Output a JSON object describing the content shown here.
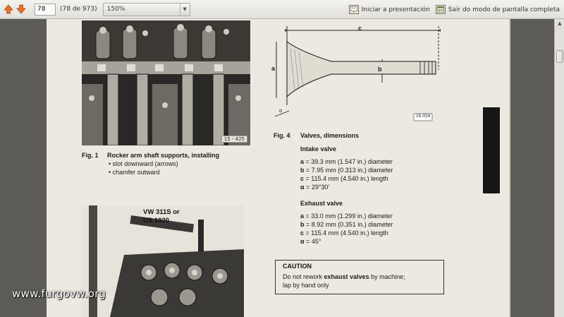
{
  "toolbar": {
    "page_number": "78",
    "page_count": "(78 de 973)",
    "zoom": "150%",
    "present_label": "Iniciar a presentación",
    "fullscreen_label": "Saír do modo de pantalla completa"
  },
  "document": {
    "fig1": {
      "photo_label": "15 - 425",
      "caption_num": "Fig. 1",
      "caption": "Rocker arm shaft supports, installing",
      "bullets": [
        "slot downward (arrows)",
        "chamfer outward"
      ]
    },
    "fig2": {
      "label_line1": "VW 311S or",
      "label_line2": "US 1020"
    },
    "fig4": {
      "diagram_label": "15-024",
      "dim_a": "a",
      "dim_b": "b",
      "dim_c": "c",
      "dim_alpha": "α",
      "caption_num": "Fig. 4",
      "caption": "Valves, dimensions"
    },
    "intake": {
      "title": "Intake valve",
      "rows": [
        {
          "k": "a",
          "v": "= 39.3 mm (1.547 in.) diameter"
        },
        {
          "k": "b",
          "v": "= 7.95 mm (0.313 in.) diameter"
        },
        {
          "k": "c",
          "v": "= 115.4 mm (4.540 in.) length"
        },
        {
          "k": "α",
          "v": "= 29°30′"
        }
      ]
    },
    "exhaust": {
      "title": "Exhaust valve",
      "rows": [
        {
          "k": "a",
          "v": "= 33.0 mm (1.299 in.) diameter"
        },
        {
          "k": "b",
          "v": "= 8.92 mm (0.351 in.) diameter"
        },
        {
          "k": "c",
          "v": "= 115.4 mm (4.540 in.) length"
        },
        {
          "k": "α",
          "v": "= 45°"
        }
      ]
    },
    "caution": {
      "title": "CAUTION",
      "line1_pre": "Do not rework ",
      "line1_bold": "exhaust valves",
      "line1_post": " by machine;",
      "line2": "lap by hand only"
    }
  },
  "watermark": "www.furgovw.org"
}
